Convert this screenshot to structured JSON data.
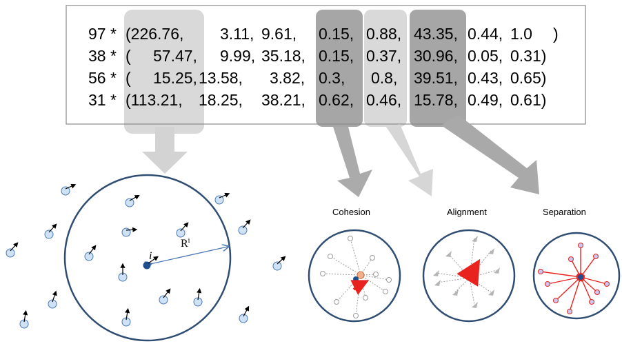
{
  "matrix": {
    "rows": [
      {
        "multiplier": "97 *",
        "values": [
          "(226.76,",
          "3.11,",
          "9.61,",
          "0.15,",
          "0.88,",
          "43.35,",
          "0.44,",
          "1.0",
          ")"
        ]
      },
      {
        "multiplier": "38 *",
        "values": [
          "(",
          "57.47,",
          "9.99,",
          "35.18,",
          "0.15,",
          "0.37,",
          "30.96,",
          "0.05,",
          "0.31)"
        ]
      },
      {
        "multiplier": "56 *",
        "values": [
          "(",
          "15.25,",
          "13.58,",
          "3.82,",
          "0.3,",
          "0.8,",
          "39.51,",
          "0.43,",
          "0.65)"
        ]
      },
      {
        "multiplier": "31 *",
        "values": [
          "(113.21,",
          "18.25,",
          "38.21,",
          "0.62,",
          "0.46,",
          "15.78,",
          "0.49,",
          "0.61)"
        ]
      }
    ]
  },
  "neighborhood": {
    "agent_label": "i",
    "radius_label": "R",
    "radius_sup": "i"
  },
  "rules": [
    {
      "key": "cohesion",
      "label": "Cohesion"
    },
    {
      "key": "alignment",
      "label": "Alignment"
    },
    {
      "key": "separation",
      "label": "Separation"
    }
  ],
  "colors": {
    "boid_fill": "#cfe2f5",
    "boid_stroke": "#4a79b5",
    "circle_stroke": "#2f4d72",
    "focal_agent": "#1f4e8c",
    "highlight_light": "#d9d9d9",
    "highlight_mid": "#c8c8c8",
    "highlight_dark": "#a6a6a6",
    "force_red": "#e8231f",
    "cohesion_center": "#f5b08a"
  }
}
